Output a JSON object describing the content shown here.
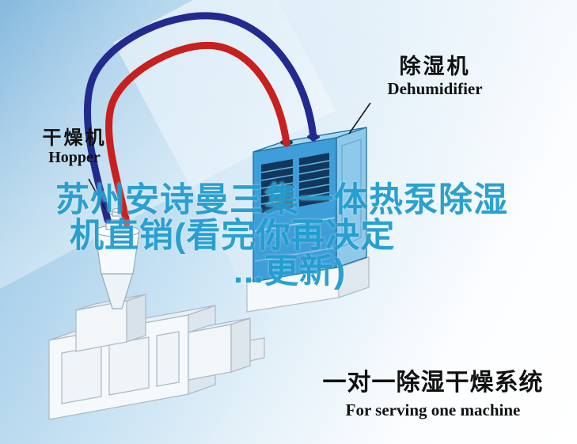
{
  "watermark": {
    "line1": "苏州安诗曼三集一体热泵除湿",
    "line2": "机直销(看完你再决定",
    "line3": "...更新)",
    "color": "#1a9ace"
  },
  "labels": {
    "dehumidifier": {
      "cn": "除湿机",
      "en": "Dehumidifier"
    },
    "hopper": {
      "cn": "干燥机",
      "en": "Hopper"
    }
  },
  "caption": {
    "cn": "一对一除湿干燥系统",
    "en": "For serving one machine"
  },
  "colors": {
    "sky_blue": "#a9d0ea",
    "dehumidifier_blue": "#3d9ed9",
    "dry_air_pipe_red": "#c81f1f",
    "return_air_pipe_navy": "#232a8f",
    "label_text": "#111111"
  }
}
